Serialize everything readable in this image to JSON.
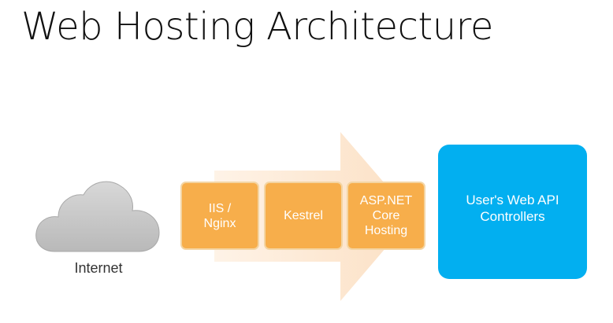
{
  "title": "Web Hosting Architecture",
  "internet": {
    "label": "Internet",
    "icon": "cloud-icon"
  },
  "pipeline": [
    {
      "label": "IIS /\nNginx"
    },
    {
      "label": "Kestrel"
    },
    {
      "label": "ASP.NET\nCore\nHosting"
    }
  ],
  "controllers": {
    "label": "User's Web API\nControllers"
  },
  "colors": {
    "pipeline_box": "#f7ae4b",
    "arrow": "#fde8d3",
    "controllers": "#02aff0",
    "cloud": "#c9c9c9"
  }
}
